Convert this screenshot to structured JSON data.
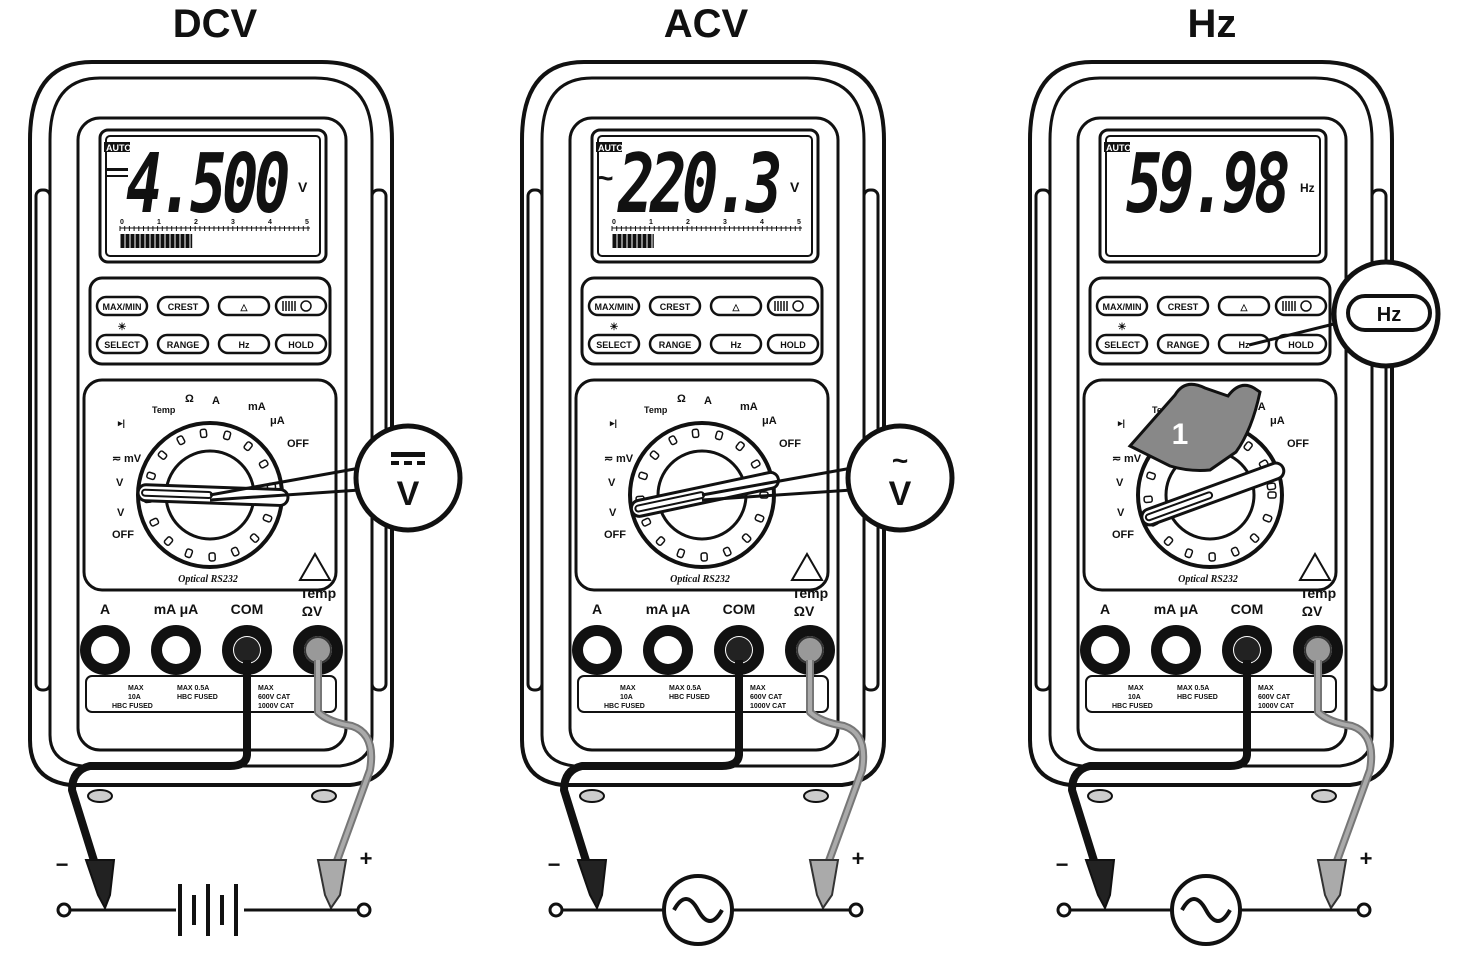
{
  "panels": [
    {
      "id": "dcv",
      "title": "DCV",
      "display": {
        "auto": "AUTO",
        "reading": "4.500",
        "unit": "V",
        "prefix": "---",
        "bargraph_fraction": 0.38,
        "scale": [
          "0",
          "1",
          "2",
          "3",
          "4",
          "5"
        ]
      },
      "callout": {
        "symbol": "V",
        "mark": "dc"
      },
      "source": "battery",
      "finger": null
    },
    {
      "id": "acv",
      "title": "ACV",
      "display": {
        "auto": "AUTO",
        "reading": "220.3",
        "unit": "V",
        "prefix": "~",
        "bargraph_fraction": 0.22,
        "scale": [
          "0",
          "1",
          "2",
          "3",
          "4",
          "5"
        ]
      },
      "callout": {
        "symbol": "V",
        "mark": "ac"
      },
      "source": "ac",
      "finger": null
    },
    {
      "id": "hz",
      "title": "Hz",
      "display": {
        "auto": "AUTO",
        "reading": "59.98",
        "unit": "Hz",
        "prefix": "",
        "bargraph_fraction": 0,
        "scale": []
      },
      "callout": {
        "symbol": "Hz",
        "mark": "none"
      },
      "source": "ac",
      "finger": "1"
    }
  ],
  "buttons": [
    "MAX/MIN",
    "CREST",
    "△",
    "",
    "SELECT",
    "RANGE",
    "Hz",
    "HOLD"
  ],
  "dial_labels": {
    "temp": "Temp",
    "ohm": "Ω",
    "a": "A",
    "ma": "mA",
    "ua": "μA",
    "off_right": "OFF",
    "mv": "mV",
    "v_dc": "V",
    "v_ac": "V",
    "off_left": "OFF"
  },
  "brand": "Optical RS232",
  "terminals": {
    "a": "A",
    "ma_ua": "mA μA",
    "com": "COM",
    "temp": "Temp",
    "ohm_v": "ΩV"
  },
  "ratings": {
    "a": [
      "MAX",
      "10A",
      "HBC FUSED"
    ],
    "ma": [
      "MAX 0.5A",
      "HBC FUSED"
    ],
    "v": [
      "MAX",
      "600V CAT",
      "1000V CAT"
    ]
  },
  "polarity": {
    "minus": "−",
    "plus": "+"
  }
}
